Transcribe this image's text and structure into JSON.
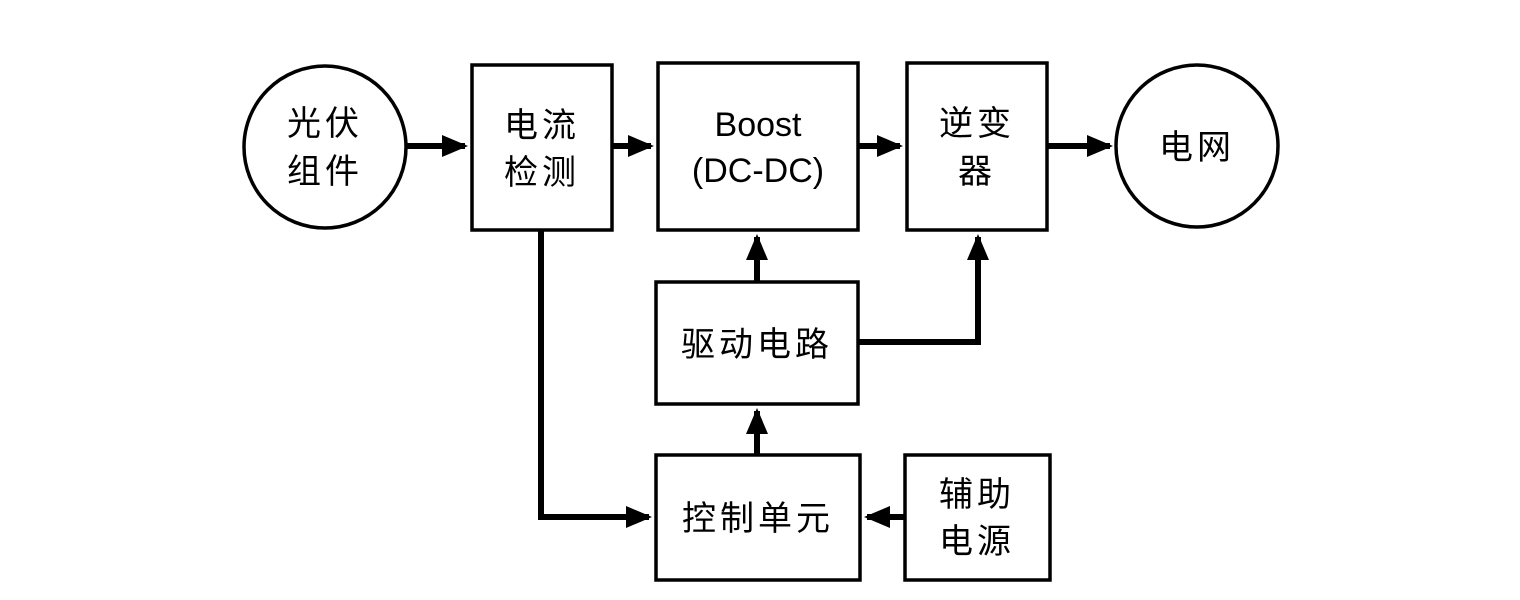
{
  "diagram": {
    "type": "block-diagram",
    "description": "Photovoltaic grid-connected system block diagram",
    "nodes": {
      "pv": {
        "shape": "circle",
        "line1": "光伏",
        "line2": "组件"
      },
      "current_sense": {
        "shape": "rect",
        "line1": "电流",
        "line2": "检测"
      },
      "boost": {
        "shape": "rect",
        "line1": "Boost",
        "line2": "(DC-DC)"
      },
      "inverter": {
        "shape": "rect",
        "line1": "逆变",
        "line2": "器"
      },
      "grid": {
        "shape": "circle",
        "line1": "电网"
      },
      "drive": {
        "shape": "rect",
        "line1": "驱动电路"
      },
      "control": {
        "shape": "rect",
        "line1": "控制单元"
      },
      "aux": {
        "shape": "rect",
        "line1": "辅助",
        "line2": "电源"
      }
    },
    "edges": [
      {
        "from": "pv",
        "to": "current_sense",
        "style": "arrow-right"
      },
      {
        "from": "current_sense",
        "to": "boost",
        "style": "arrow-right"
      },
      {
        "from": "boost",
        "to": "inverter",
        "style": "arrow-right"
      },
      {
        "from": "inverter",
        "to": "grid",
        "style": "arrow-right"
      },
      {
        "from": "drive",
        "to": "boost",
        "style": "arrow-up"
      },
      {
        "from": "drive",
        "to": "inverter",
        "style": "elbow-right-then-up"
      },
      {
        "from": "control",
        "to": "drive",
        "style": "arrow-up"
      },
      {
        "from": "current_sense",
        "to": "control",
        "style": "elbow-down-then-right"
      },
      {
        "from": "aux",
        "to": "control",
        "style": "arrow-left"
      }
    ],
    "colors": {
      "stroke": "#000000",
      "background": "#ffffff"
    }
  }
}
